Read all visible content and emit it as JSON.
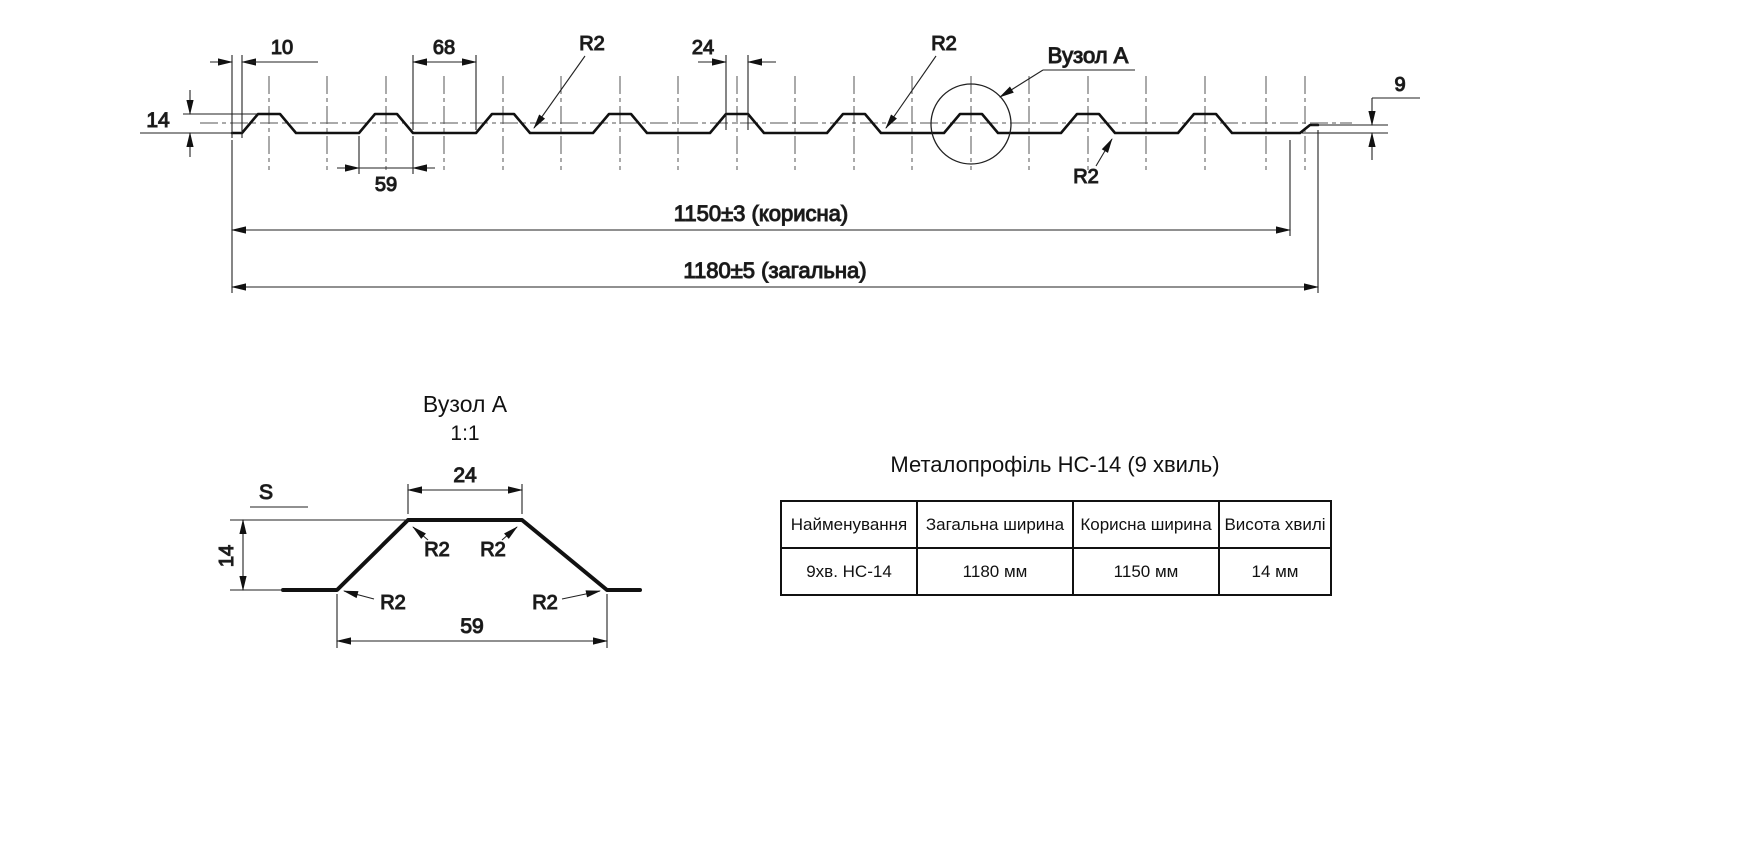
{
  "drawing": {
    "profile": {
      "dims": {
        "left_flat": "10",
        "wave_gap": "68",
        "crest_width": "24",
        "radius": "R2",
        "node_label": "Вузол А",
        "height": "14",
        "edge_height": "9",
        "wave_base": "59",
        "useful_width": "1150±3 (корисна)",
        "overall_width": "1180±5 (загальна)"
      }
    },
    "detail": {
      "title": "Вузол А",
      "scale": "1:1",
      "dims": {
        "crest": "24",
        "base": "59",
        "height": "14",
        "thickness": "S",
        "radius": "R2"
      }
    }
  },
  "table": {
    "title": "Металопрофіль НС-14 (9 хвиль)",
    "headers": [
      "Найменування",
      "Загальна ширина",
      "Корисна ширина",
      "Висота хвилі"
    ],
    "rows": [
      [
        "9хв. НС-14",
        "1180 мм",
        "1150 мм",
        "14 мм"
      ]
    ]
  }
}
